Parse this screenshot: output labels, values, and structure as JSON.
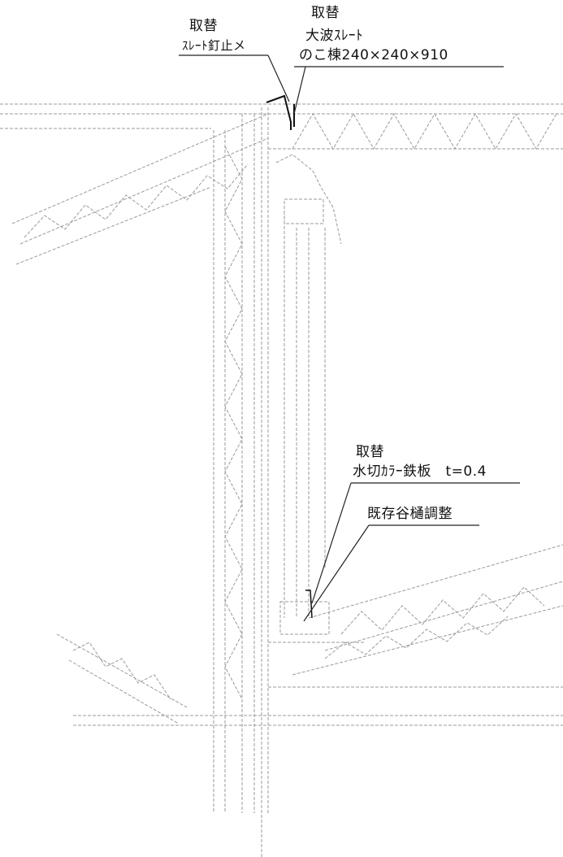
{
  "callouts": {
    "nail_stopper": {
      "line1": "取替",
      "line2": "ｽﾚｰﾄ釘止メ"
    },
    "ridge": {
      "line1": "取替",
      "line2": "大波ｽﾚｰﾄ",
      "line3": "のこ棟240×240×910"
    },
    "flashing": {
      "line1": "取替",
      "line2": "水切ｶﾗｰ鉄板　t=0.4"
    },
    "gutter": {
      "line1": "既存谷樋調整"
    }
  },
  "colors": {
    "linework": "#9a9a9a",
    "leader": "#222222"
  }
}
